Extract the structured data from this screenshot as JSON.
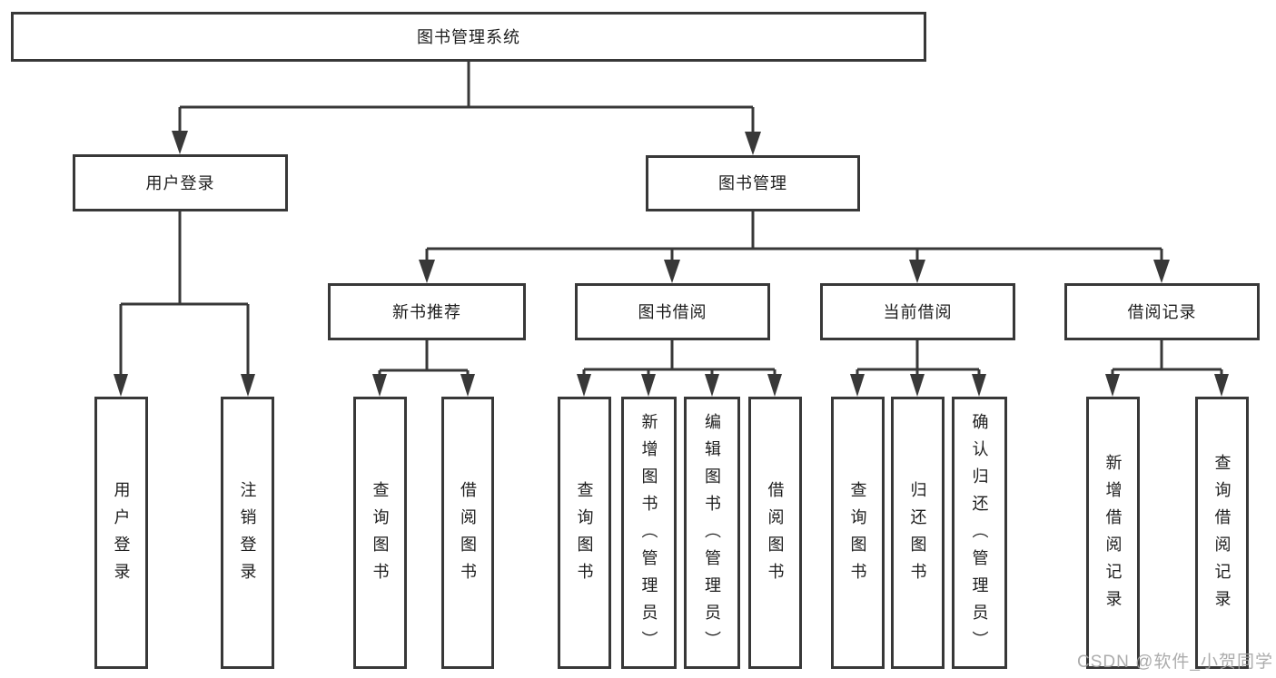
{
  "tree": {
    "label": "图书管理系统",
    "children": [
      {
        "label": "用户登录",
        "children": [
          {
            "label": "用户登录"
          },
          {
            "label": "注销登录"
          }
        ]
      },
      {
        "label": "图书管理",
        "children": [
          {
            "label": "新书推荐",
            "children": [
              {
                "label": "查询图书"
              },
              {
                "label": "借阅图书"
              }
            ]
          },
          {
            "label": "图书借阅",
            "children": [
              {
                "label": "查询图书"
              },
              {
                "label": "新增图书（管理员）"
              },
              {
                "label": "编辑图书（管理员）"
              },
              {
                "label": "借阅图书"
              }
            ]
          },
          {
            "label": "当前借阅",
            "children": [
              {
                "label": "查询图书"
              },
              {
                "label": "归还图书"
              },
              {
                "label": "确认归还（管理员）"
              }
            ]
          },
          {
            "label": "借阅记录",
            "children": [
              {
                "label": "新增借阅记录"
              },
              {
                "label": "查询借阅记录"
              }
            ]
          }
        ]
      }
    ]
  },
  "watermark": {
    "text": "CSDN @软件_小贺同学"
  },
  "colors": {
    "line": "#383838",
    "box_border": "#383838",
    "text": "#1d1d1d",
    "background": "#ffffff",
    "watermark": "#a3a3a3"
  }
}
